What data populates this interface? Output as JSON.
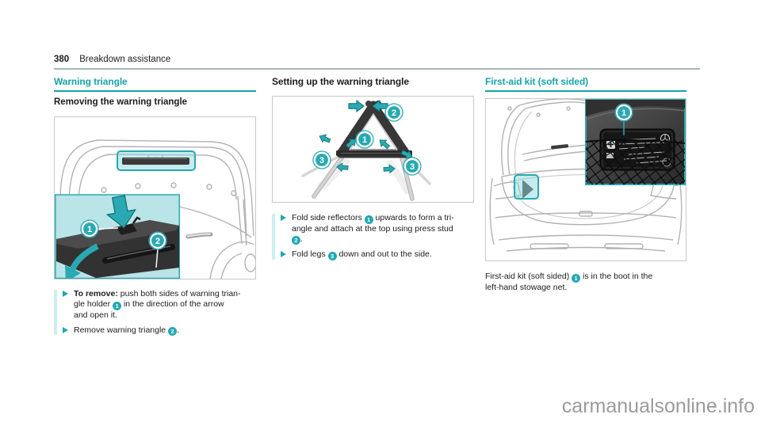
{
  "page": {
    "number": "380",
    "section_title": "Breakdown assistance"
  },
  "colors": {
    "accent_teal": "#17a3ac",
    "callout_teal": "#2aa9b2",
    "highlight_light_teal": "#bfe7ea",
    "figure_border_gray": "#c8c8c8",
    "watermark_gray": "#9b9b9b"
  },
  "columns": {
    "warning_triangle": {
      "heading": "Warning triangle",
      "subheading": "Removing the warning triangle",
      "figure": {
        "callouts": [
          "1",
          "2"
        ]
      },
      "steps": [
        {
          "parts": [
            {
              "bold": "To remove:"
            },
            {
              "text": " push both sides of warning trian-\ngle holder "
            },
            {
              "chip": "1"
            },
            {
              "text": " in the direction of the arrow\nand open it."
            }
          ]
        },
        {
          "parts": [
            {
              "text": "Remove warning triangle "
            },
            {
              "chip": "2"
            },
            {
              "text": "."
            }
          ]
        }
      ]
    },
    "setting_up": {
      "heading": "Setting up the warning triangle",
      "figure": {
        "callouts": [
          "1",
          "2",
          "3",
          "3"
        ]
      },
      "steps": [
        {
          "parts": [
            {
              "text": "Fold side reflectors "
            },
            {
              "chip": "1"
            },
            {
              "text": " upwards to form a tri-\nangle and attach at the top using press stud\n"
            },
            {
              "chip": "2"
            },
            {
              "text": "."
            }
          ]
        },
        {
          "parts": [
            {
              "text": "Fold legs "
            },
            {
              "chip": "3"
            },
            {
              "text": " down and out to the side."
            }
          ]
        }
      ]
    },
    "first_aid": {
      "heading": "First-aid kit (soft sided)",
      "figure": {
        "callouts": [
          "1"
        ]
      },
      "caption": {
        "parts": [
          {
            "text": "First-aid kit (soft sided) "
          },
          {
            "chip": "1"
          },
          {
            "text": " is in the boot in the\nleft-hand stowage net."
          }
        ]
      }
    }
  },
  "watermark": "carmanualsonline.info"
}
